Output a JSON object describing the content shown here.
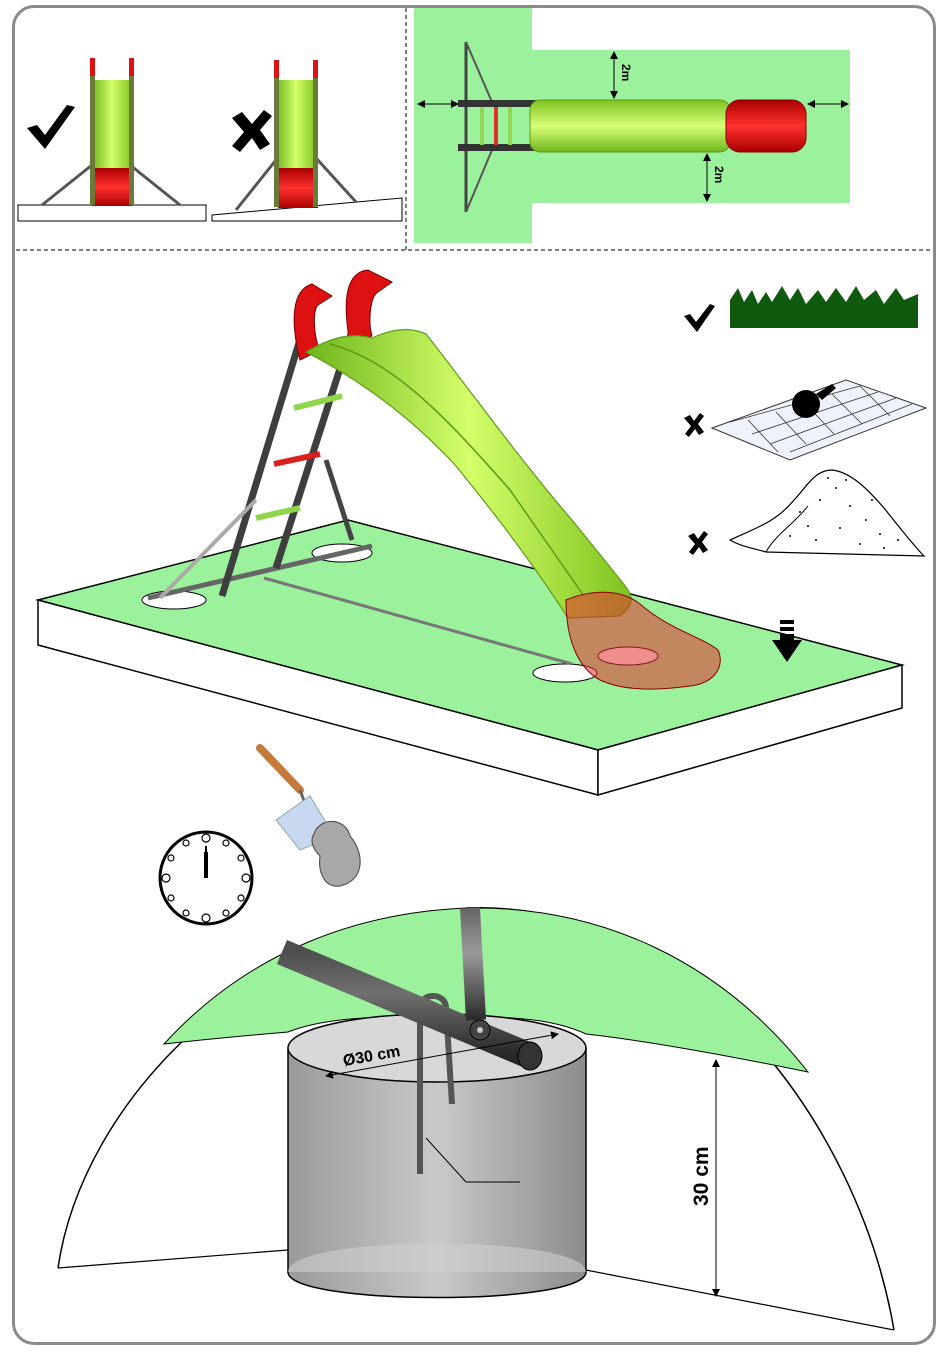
{
  "setback": {
    "top": "2m",
    "bottom": "2m"
  },
  "footing": {
    "diameter": "Ø30 cm",
    "depth": "30 cm"
  },
  "colors": {
    "zone_green": "#9cf29c",
    "slide_green": "#a8e23a",
    "slide_red": "#e01818",
    "frame_grey": "#4a4a4a",
    "concrete": "#b5b5b5"
  },
  "icons": [
    "check-icon",
    "cross-icon",
    "grass-icon",
    "paving-icon",
    "sand-icon",
    "trowel-icon",
    "clock-icon",
    "down-arrow-icon"
  ]
}
